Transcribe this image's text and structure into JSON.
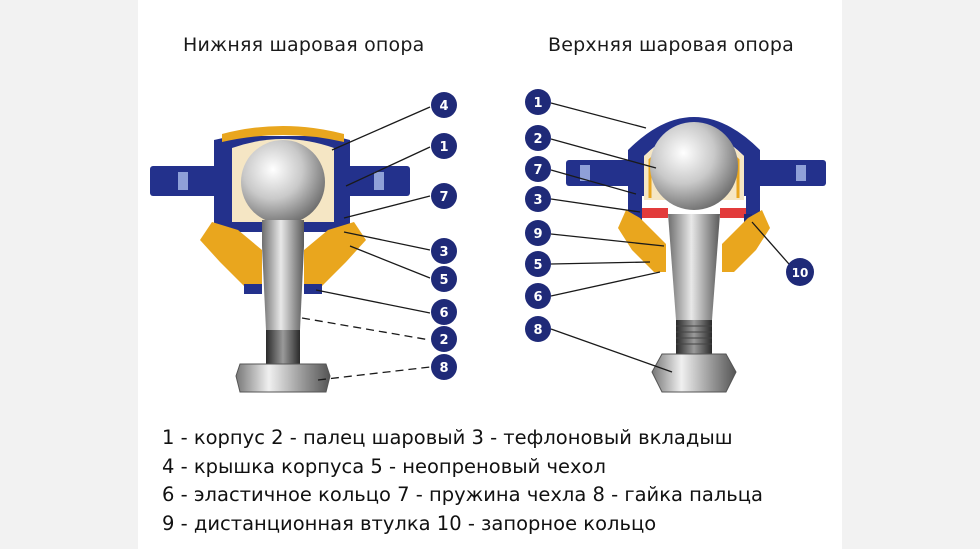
{
  "titles": {
    "lower": "Нижняя шаровая опора",
    "upper": "Верхняя шаровая опора"
  },
  "markers": {
    "lower": [
      "4",
      "1",
      "7",
      "3",
      "5",
      "6",
      "2",
      "8"
    ],
    "upper": [
      "1",
      "2",
      "7",
      "3",
      "9",
      "5",
      "6",
      "8",
      "10"
    ]
  },
  "legend": [
    "1 - корпус 2 - палец шаровый 3 - тефлоновый вкладыш",
    "4 - крышка корпуса 5 - неопреновый чехол",
    "6 - эластичное кольцо 7 - пружина чехла 8 - гайка пальца",
    "9 - дистанционная втулка 10 - запорное кольцо"
  ],
  "colors": {
    "housing": "#23318c",
    "boot": "#e9a61e",
    "marker_fill": "#1f2a78",
    "teflon": "#e23b3b",
    "lock_ring": "#1f2a78"
  }
}
